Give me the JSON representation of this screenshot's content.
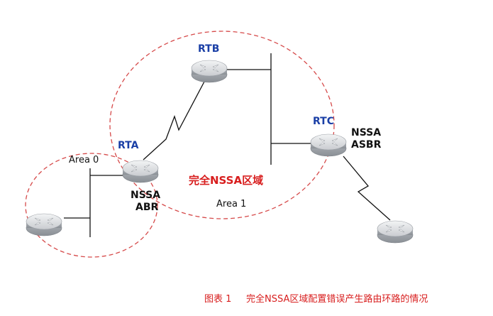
{
  "routers": {
    "rta": "RTA",
    "rtb": "RTB",
    "rtc": "RTC"
  },
  "roles": {
    "rta_line1": "NSSA",
    "rta_line2": "ABR",
    "rtc_line1": "NSSA",
    "rtc_line2": "ASBR"
  },
  "areas": {
    "area0": "Area 0",
    "area1": "Area 1",
    "totally_nssa": "完全NSSA区域"
  },
  "caption": {
    "label": "图表 1",
    "text": "完全NSSA区域配置错误产生路由环路的情况"
  },
  "colors": {
    "label_blue": "#1a3fa6",
    "accent_red": "#d81e1e",
    "router_body": "#c9ccd0"
  },
  "icons": [
    "router-icon"
  ]
}
